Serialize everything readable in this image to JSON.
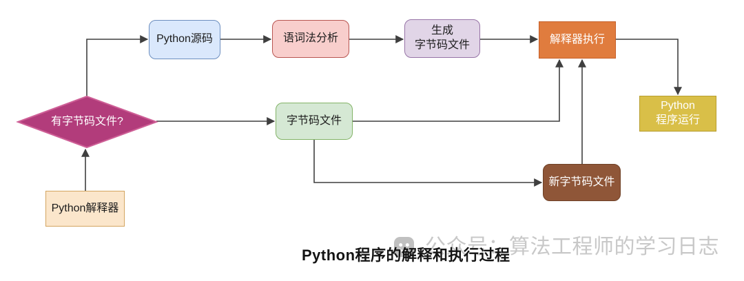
{
  "diagram": {
    "title": "Python程序的解释和执行过程",
    "edge_color": "#3f3f3f",
    "watermark": {
      "icon": "smiley-face-icon",
      "text": "公众号：算法工程师的学习日志",
      "text_color": "#c8c8c8"
    },
    "nodes": [
      {
        "id": "decision",
        "label": "有字节码文件?",
        "shape": "diamond",
        "fill": "#b23c7b",
        "stroke": "#ce5f96",
        "text_color": "#ffffff"
      },
      {
        "id": "python-interpreter",
        "label": "Python解释器",
        "shape": "rect",
        "fill": "#fbe6cb",
        "stroke": "#d3a45f",
        "text_color": "#1c1c1c"
      },
      {
        "id": "python-source",
        "label": "Python源码",
        "shape": "rounded",
        "fill": "#dae8fc",
        "stroke": "#6c8ebf",
        "text_color": "#1c1c1c"
      },
      {
        "id": "lexical-analysis",
        "label": "语词法分析",
        "shape": "rounded",
        "fill": "#f8cecc",
        "stroke": "#b85450",
        "text_color": "#1c1c1c"
      },
      {
        "id": "generate-bytecode",
        "label": "生成\n字节码文件",
        "shape": "rounded",
        "fill": "#e1d5e7",
        "stroke": "#9673a6",
        "text_color": "#1c1c1c"
      },
      {
        "id": "interpreter-exec",
        "label": "解释器执行",
        "shape": "rect",
        "fill": "#e07c3e",
        "stroke": "#c65f28",
        "text_color": "#ffffff"
      },
      {
        "id": "python-run",
        "label": "Python\n程序运行",
        "shape": "rect",
        "fill": "#d9bf48",
        "stroke": "#b79d2e",
        "text_color": "#ffffff"
      },
      {
        "id": "bytecode-file",
        "label": "字节码文件",
        "shape": "rounded",
        "fill": "#d5e8d4",
        "stroke": "#82b366",
        "text_color": "#1c1c1c"
      },
      {
        "id": "new-bytecode-file",
        "label": "新字节码文件",
        "shape": "rounded",
        "fill": "#8f5638",
        "stroke": "#6e4026",
        "text_color": "#ffffff"
      }
    ],
    "edges": [
      {
        "from": "python-interpreter",
        "to": "decision"
      },
      {
        "from": "decision",
        "to": "python-source"
      },
      {
        "from": "python-source",
        "to": "lexical-analysis"
      },
      {
        "from": "lexical-analysis",
        "to": "generate-bytecode"
      },
      {
        "from": "generate-bytecode",
        "to": "interpreter-exec"
      },
      {
        "from": "decision",
        "to": "bytecode-file"
      },
      {
        "from": "bytecode-file",
        "to": "interpreter-exec"
      },
      {
        "from": "bytecode-file",
        "to": "new-bytecode-file"
      },
      {
        "from": "new-bytecode-file",
        "to": "interpreter-exec"
      },
      {
        "from": "interpreter-exec",
        "to": "python-run"
      }
    ]
  }
}
